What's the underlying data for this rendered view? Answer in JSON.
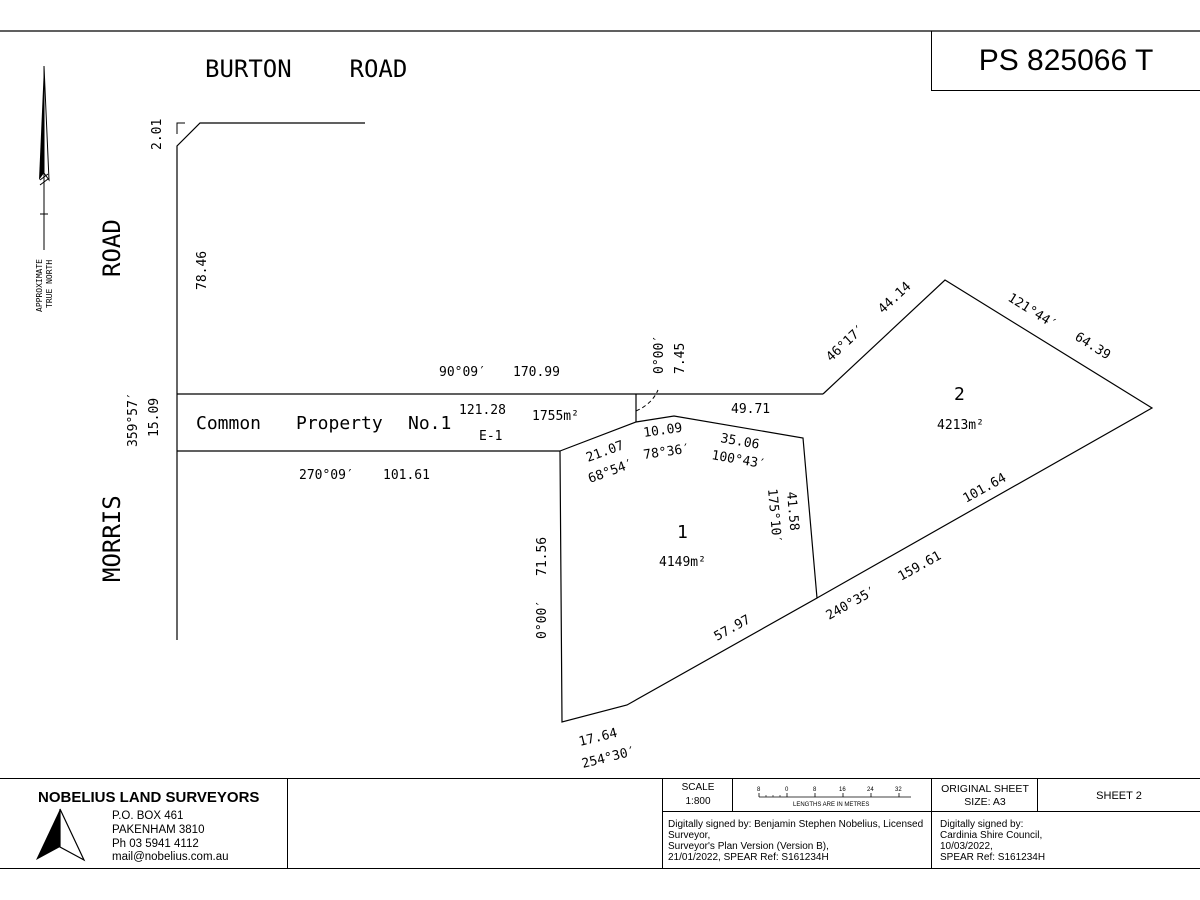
{
  "plan_number": "PS 825066 T",
  "north": {
    "line1": "APPROXIMATE",
    "line2": "TRUE NORTH"
  },
  "roads": {
    "burton": "BURTON    ROAD",
    "morris_part1": "MORRIS",
    "morris_part2": "ROAD"
  },
  "dimensions": {
    "d_2_01": "2.01",
    "d_78_46": "78.46",
    "b_359_57": "359°57′",
    "d_15_09": "15.09",
    "b_90_09": "90°09′",
    "d_170_99": "170.99",
    "b_270_09": "270°09′",
    "d_101_61": "101.61",
    "d_121_28": "121.28",
    "b_0_00_top": "0°00′",
    "d_7_45": "7.45",
    "d_49_71": "49.71",
    "b_46_17": "46°17′",
    "d_44_14": "44.14",
    "b_121_44": "121°44′",
    "d_64_39": "64.39",
    "d_101_64": "101.64",
    "b_240_35": "240°35′",
    "d_159_61": "159.61",
    "d_57_97": "57.97",
    "d_17_64": "17.64",
    "b_254_30": "254°30′",
    "d_71_56": "71.56",
    "b_0_00_left": "0°00′",
    "d_21_07": "21.07",
    "b_68_54": "68°54′",
    "d_10_09": "10.09",
    "b_78_36": "78°36′",
    "d_35_06": "35.06",
    "b_100_43": "100°43′",
    "d_41_58": "41.58",
    "b_175_10": "175°10′"
  },
  "common_property": {
    "w1": "Common",
    "w2": "Property",
    "w3": "No.1",
    "easement": "E-1",
    "area": "1755m²"
  },
  "lots": {
    "lot1": {
      "number": "1",
      "area": "4149m²"
    },
    "lot2": {
      "number": "2",
      "area": "4213m²"
    }
  },
  "footer": {
    "firm": "NOBELIUS LAND SURVEYORS",
    "address1": "P.O. BOX 461",
    "address2": "PAKENHAM  3810",
    "phone": "Ph  03 5941 4112",
    "email": "mail@nobelius.com.au",
    "scale_label": "SCALE",
    "scale_value": "1:800",
    "scale_ticks": [
      "8",
      "0",
      "8",
      "16",
      "24",
      "32"
    ],
    "scale_caption": "LENGTHS ARE IN METRES",
    "original_sheet_label": "ORIGINAL SHEET",
    "original_sheet_size": "SIZE: A3",
    "sheet": "SHEET  2",
    "signed_surveyor": [
      "Digitally signed by: Benjamin Stephen Nobelius, Licensed",
      "Surveyor,",
      "Surveyor's Plan Version (Version B),",
      "21/01/2022, SPEAR Ref: S161234H"
    ],
    "signed_council": [
      "Digitally signed by:",
      "Cardinia Shire Council,",
      "10/03/2022,",
      "SPEAR Ref: S161234H"
    ]
  }
}
